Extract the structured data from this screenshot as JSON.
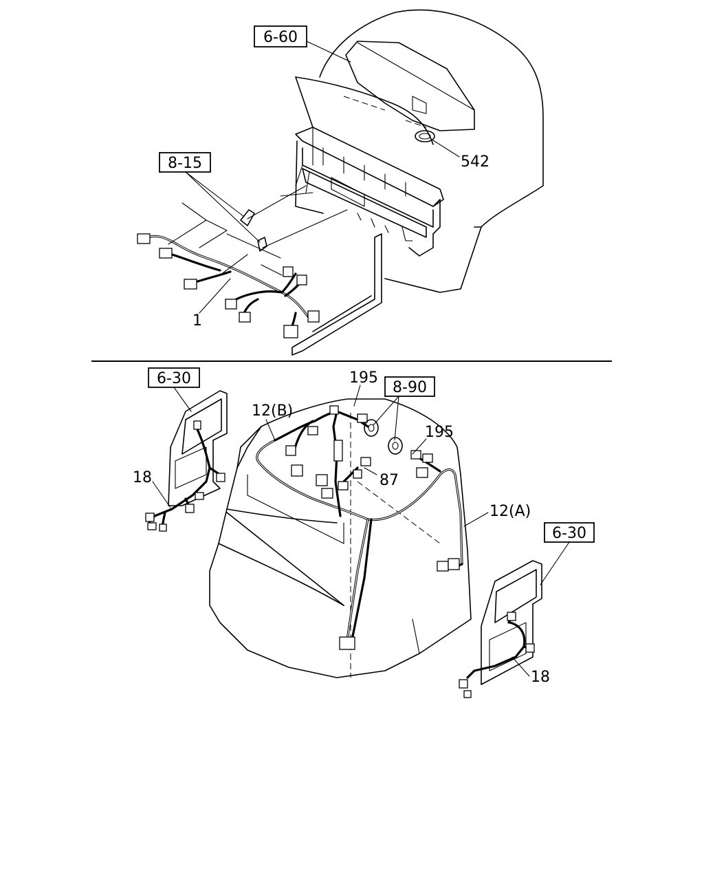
{
  "references": {
    "ref_6_60": "6-60",
    "ref_8_15": "8-15",
    "ref_6_30_left": "6-30",
    "ref_8_90": "8-90",
    "ref_6_30_right": "6-30"
  },
  "part_numbers": {
    "p542": "542",
    "p1": "1",
    "p195_top": "195",
    "p12b": "12(B)",
    "p195_right": "195",
    "p18_left": "18",
    "p87": "87",
    "p12a": "12(A)",
    "p18_right": "18"
  }
}
